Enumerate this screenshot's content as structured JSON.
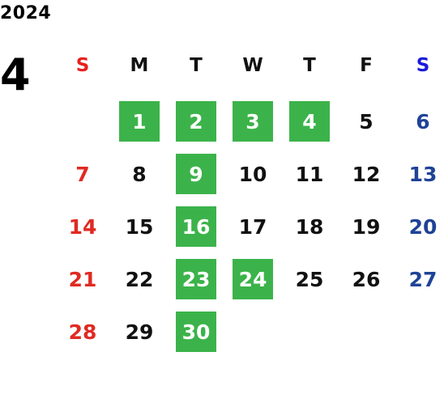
{
  "header": {
    "year": "2024",
    "month": "4"
  },
  "calendar": {
    "weekdays": [
      "S",
      "M",
      "T",
      "W",
      "T",
      "F",
      "S"
    ],
    "weeks": [
      [
        {
          "label": "",
          "highlight": false
        },
        {
          "label": "1",
          "highlight": true
        },
        {
          "label": "2",
          "highlight": true
        },
        {
          "label": "3",
          "highlight": true
        },
        {
          "label": "4",
          "highlight": true
        },
        {
          "label": "5",
          "highlight": false
        },
        {
          "label": "6",
          "highlight": false
        }
      ],
      [
        {
          "label": "7",
          "highlight": false
        },
        {
          "label": "8",
          "highlight": false
        },
        {
          "label": "9",
          "highlight": true
        },
        {
          "label": "10",
          "highlight": false
        },
        {
          "label": "11",
          "highlight": false
        },
        {
          "label": "12",
          "highlight": false
        },
        {
          "label": "13",
          "highlight": false
        }
      ],
      [
        {
          "label": "14",
          "highlight": false
        },
        {
          "label": "15",
          "highlight": false
        },
        {
          "label": "16",
          "highlight": true
        },
        {
          "label": "17",
          "highlight": false
        },
        {
          "label": "18",
          "highlight": false
        },
        {
          "label": "19",
          "highlight": false
        },
        {
          "label": "20",
          "highlight": false
        }
      ],
      [
        {
          "label": "21",
          "highlight": false
        },
        {
          "label": "22",
          "highlight": false
        },
        {
          "label": "23",
          "highlight": true
        },
        {
          "label": "24",
          "highlight": true
        },
        {
          "label": "25",
          "highlight": false
        },
        {
          "label": "26",
          "highlight": false
        },
        {
          "label": "27",
          "highlight": false
        }
      ],
      [
        {
          "label": "28",
          "highlight": false
        },
        {
          "label": "29",
          "highlight": false
        },
        {
          "label": "30",
          "highlight": true
        },
        {
          "label": "",
          "highlight": false
        },
        {
          "label": "",
          "highlight": false
        },
        {
          "label": "",
          "highlight": false
        },
        {
          "label": "",
          "highlight": false
        }
      ]
    ]
  },
  "colors": {
    "highlight_bg": "#3bb34a",
    "highlight_text": "#ffffff",
    "sunday_header": "#e8201c",
    "saturday_header": "#1a1adc",
    "sunday_date": "#e02a22",
    "saturday_date": "#1f4396",
    "weekday_text": "#111111"
  }
}
